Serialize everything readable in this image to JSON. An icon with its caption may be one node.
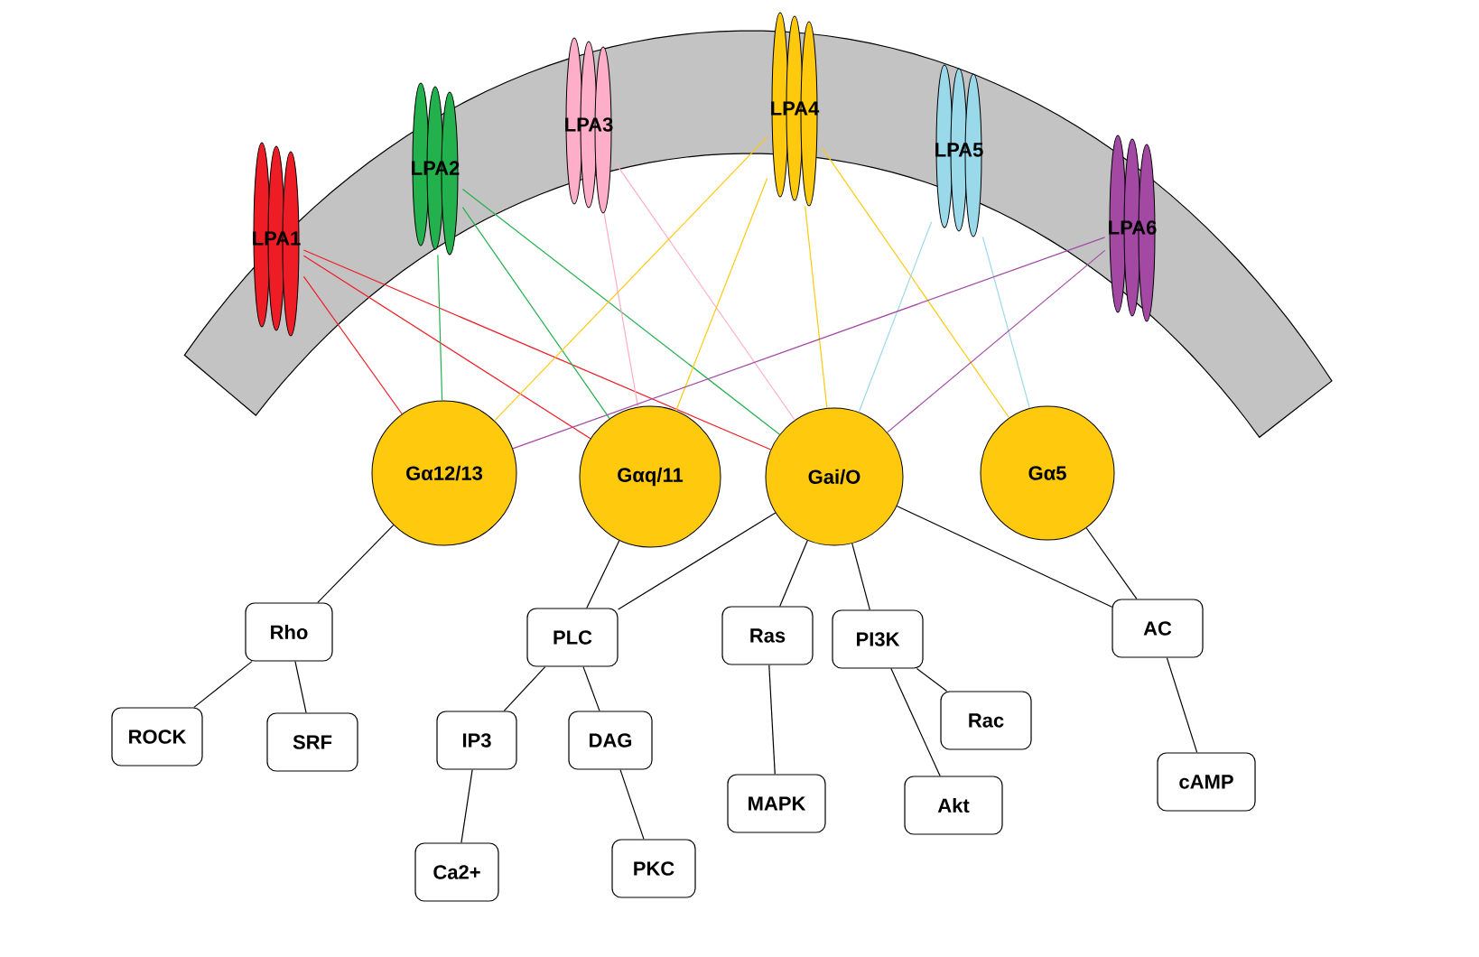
{
  "diagram": {
    "nodes": [
      {
        "text": [
          "LPA1"
        ]
      },
      {
        "text": [
          "LPA2"
        ]
      },
      {
        "text": [
          "LPA3"
        ]
      },
      {
        "text": [
          "LPA4"
        ]
      },
      {
        "text": [
          "LPA5"
        ]
      },
      {
        "text": [
          "LPA6"
        ]
      },
      {
        "text": [
          "Gα12/13"
        ]
      },
      {
        "text": [
          "Gαq/11"
        ]
      },
      {
        "text": [
          "Gai/O"
        ]
      },
      {
        "text": [
          "Gα5"
        ]
      },
      {
        "text": [
          "Rho"
        ]
      },
      {
        "text": [
          "PLC"
        ]
      },
      {
        "text": [
          "Ras"
        ]
      },
      {
        "text": [
          "PI3K"
        ]
      },
      {
        "text": [
          "AC"
        ]
      },
      {
        "text": [
          "ROCK"
        ]
      },
      {
        "text": [
          "SRF"
        ]
      },
      {
        "text": [
          "Rac"
        ]
      },
      {
        "text": [
          "IP3"
        ]
      },
      {
        "text": [
          "DAG"
        ]
      },
      {
        "text": [
          "cAMP"
        ]
      },
      {
        "text": [
          "MAPK"
        ]
      },
      {
        "text": [
          "Akt"
        ]
      },
      {
        "text": [
          "Ca2+"
        ]
      },
      {
        "text": [
          "PKC"
        ]
      }
    ],
    "edges": [
      {
        "from": 0,
        "to": 6,
        "arrow": "none",
        "color": "#ee1c24"
      },
      {
        "from": 0,
        "to": 7,
        "arrow": "none",
        "color": "#ee1c24"
      },
      {
        "from": 0,
        "to": 8,
        "arrow": "none",
        "color": "#ee1c24"
      },
      {
        "from": 1,
        "to": 6,
        "arrow": "none",
        "color": "#22b14c"
      },
      {
        "from": 1,
        "to": 7,
        "arrow": "none",
        "color": "#22b14c"
      },
      {
        "from": 1,
        "to": 8,
        "arrow": "none",
        "color": "#22b14c"
      },
      {
        "from": 2,
        "to": 7,
        "arrow": "none",
        "color": "#ffaec9"
      },
      {
        "from": 2,
        "to": 8,
        "arrow": "none",
        "color": "#ffaec9"
      },
      {
        "from": 3,
        "to": 6,
        "arrow": "none",
        "color": "#ffc90e"
      },
      {
        "from": 3,
        "to": 7,
        "arrow": "none",
        "color": "#ffc90e"
      },
      {
        "from": 3,
        "to": 8,
        "arrow": "none",
        "color": "#ffc90e"
      },
      {
        "from": 3,
        "to": 9,
        "arrow": "none",
        "color": "#ffc90e"
      },
      {
        "from": 4,
        "to": 8,
        "arrow": "none",
        "color": "#99d9ea"
      },
      {
        "from": 4,
        "to": 9,
        "arrow": "none",
        "color": "#99d9ea"
      },
      {
        "from": 5,
        "to": 6,
        "arrow": "none",
        "color": "#a349a4"
      },
      {
        "from": 5,
        "to": 8,
        "arrow": "none",
        "color": "#a349a4"
      },
      {
        "from": 6,
        "to": 10,
        "arrow": "none"
      },
      {
        "from": 10,
        "to": 15,
        "arrow": "none"
      },
      {
        "from": 10,
        "to": 16,
        "arrow": "none"
      },
      {
        "from": 7,
        "to": 11,
        "arrow": "none"
      },
      {
        "from": 8,
        "to": 11,
        "arrow": "none"
      },
      {
        "from": 11,
        "to": 18,
        "arrow": "none"
      },
      {
        "from": 11,
        "to": 19,
        "arrow": "none"
      },
      {
        "from": 18,
        "to": 23,
        "arrow": "none"
      },
      {
        "from": 19,
        "to": 24,
        "arrow": "none"
      },
      {
        "from": 8,
        "to": 12,
        "arrow": "none"
      },
      {
        "from": 12,
        "to": 21,
        "arrow": "none"
      },
      {
        "from": 8,
        "to": 13,
        "arrow": "none"
      },
      {
        "from": 13,
        "to": 22,
        "arrow": "none"
      },
      {
        "from": 13,
        "to": 17,
        "arrow": "none"
      },
      {
        "from": 8,
        "to": 14,
        "arrow": "none"
      },
      {
        "from": 9,
        "to": 14,
        "arrow": "none"
      },
      {
        "from": 14,
        "to": 20,
        "arrow": "none"
      }
    ]
  }
}
